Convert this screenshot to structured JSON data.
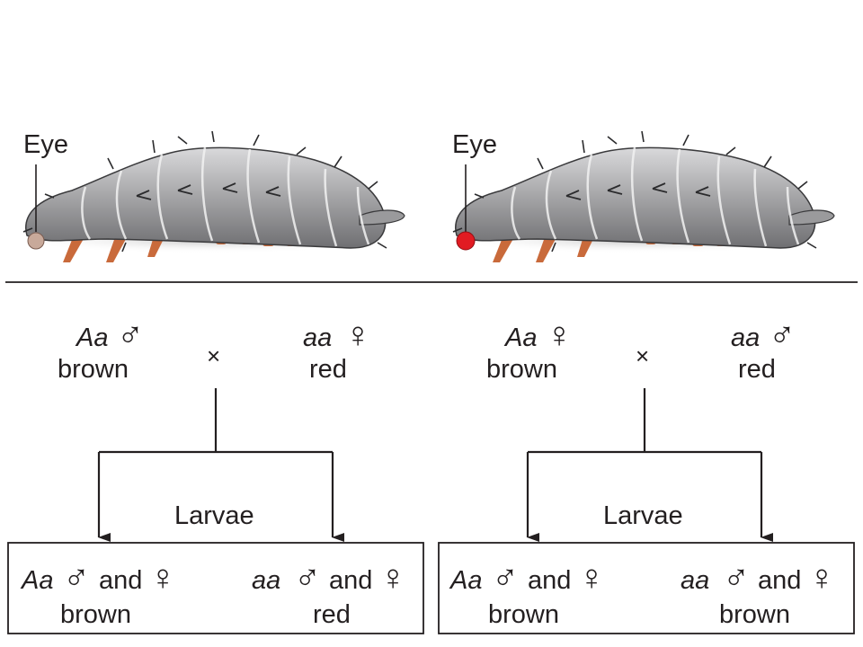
{
  "labels": {
    "eye": "Eye",
    "cross": "×",
    "larvae": "Larvae",
    "and": "and"
  },
  "colors": {
    "brown_eye": "#c8a99a",
    "red_eye": "#e11b22",
    "body": "#a5a5a7",
    "legs": "#c96a3b",
    "lines": "#231f20"
  },
  "left": {
    "eye_color": "#c8a99a",
    "parent1": {
      "genotype": "Aa",
      "sex": "♂",
      "phenotype": "brown"
    },
    "parent2": {
      "genotype": "aa",
      "sex": "♀",
      "phenotype": "red"
    },
    "offspring": [
      {
        "genotype": "Aa",
        "sex1": "♂",
        "sex2": "♀",
        "phenotype": "brown"
      },
      {
        "genotype": "aa",
        "sex1": "♂",
        "sex2": "♀",
        "phenotype": "red"
      }
    ]
  },
  "right": {
    "eye_color": "#e11b22",
    "parent1": {
      "genotype": "Aa",
      "sex": "♀",
      "phenotype": "brown"
    },
    "parent2": {
      "genotype": "aa",
      "sex": "♂",
      "phenotype": "red"
    },
    "offspring": [
      {
        "genotype": "Aa",
        "sex1": "♂",
        "sex2": "♀",
        "phenotype": "brown"
      },
      {
        "genotype": "aa",
        "sex1": "♂",
        "sex2": "♀",
        "phenotype": "brown"
      }
    ]
  }
}
